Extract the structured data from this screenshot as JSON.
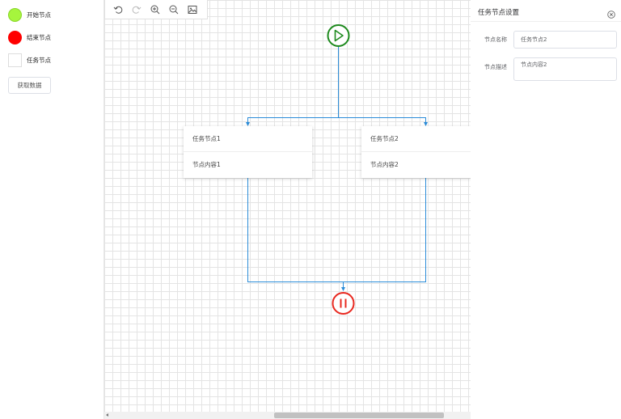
{
  "palette": {
    "items": [
      {
        "label": "开始节点",
        "color": "#a6f53d",
        "shape": "circle"
      },
      {
        "label": "结束节点",
        "color": "#ff0000",
        "shape": "circle"
      },
      {
        "label": "任务节点",
        "color": "#ffffff",
        "shape": "square"
      }
    ],
    "get_data_label": "获取数据"
  },
  "toolbar": {
    "icons": [
      "undo-icon",
      "redo-icon",
      "zoom-in-icon",
      "zoom-out-icon",
      "image-export-icon"
    ]
  },
  "canvas": {
    "nodes": [
      {
        "title": "任务节点1",
        "content": "节点内容1"
      },
      {
        "title": "任务节点2",
        "content": "节点内容2"
      }
    ],
    "start_color": "#1e8a1e",
    "end_color": "#e8281f",
    "edge_color": "#2b8cd8"
  },
  "panel": {
    "title": "任务节点设置",
    "name_label": "节点名称",
    "name_value": "任务节点2",
    "desc_label": "节点描述",
    "desc_value": "节点内容2"
  }
}
